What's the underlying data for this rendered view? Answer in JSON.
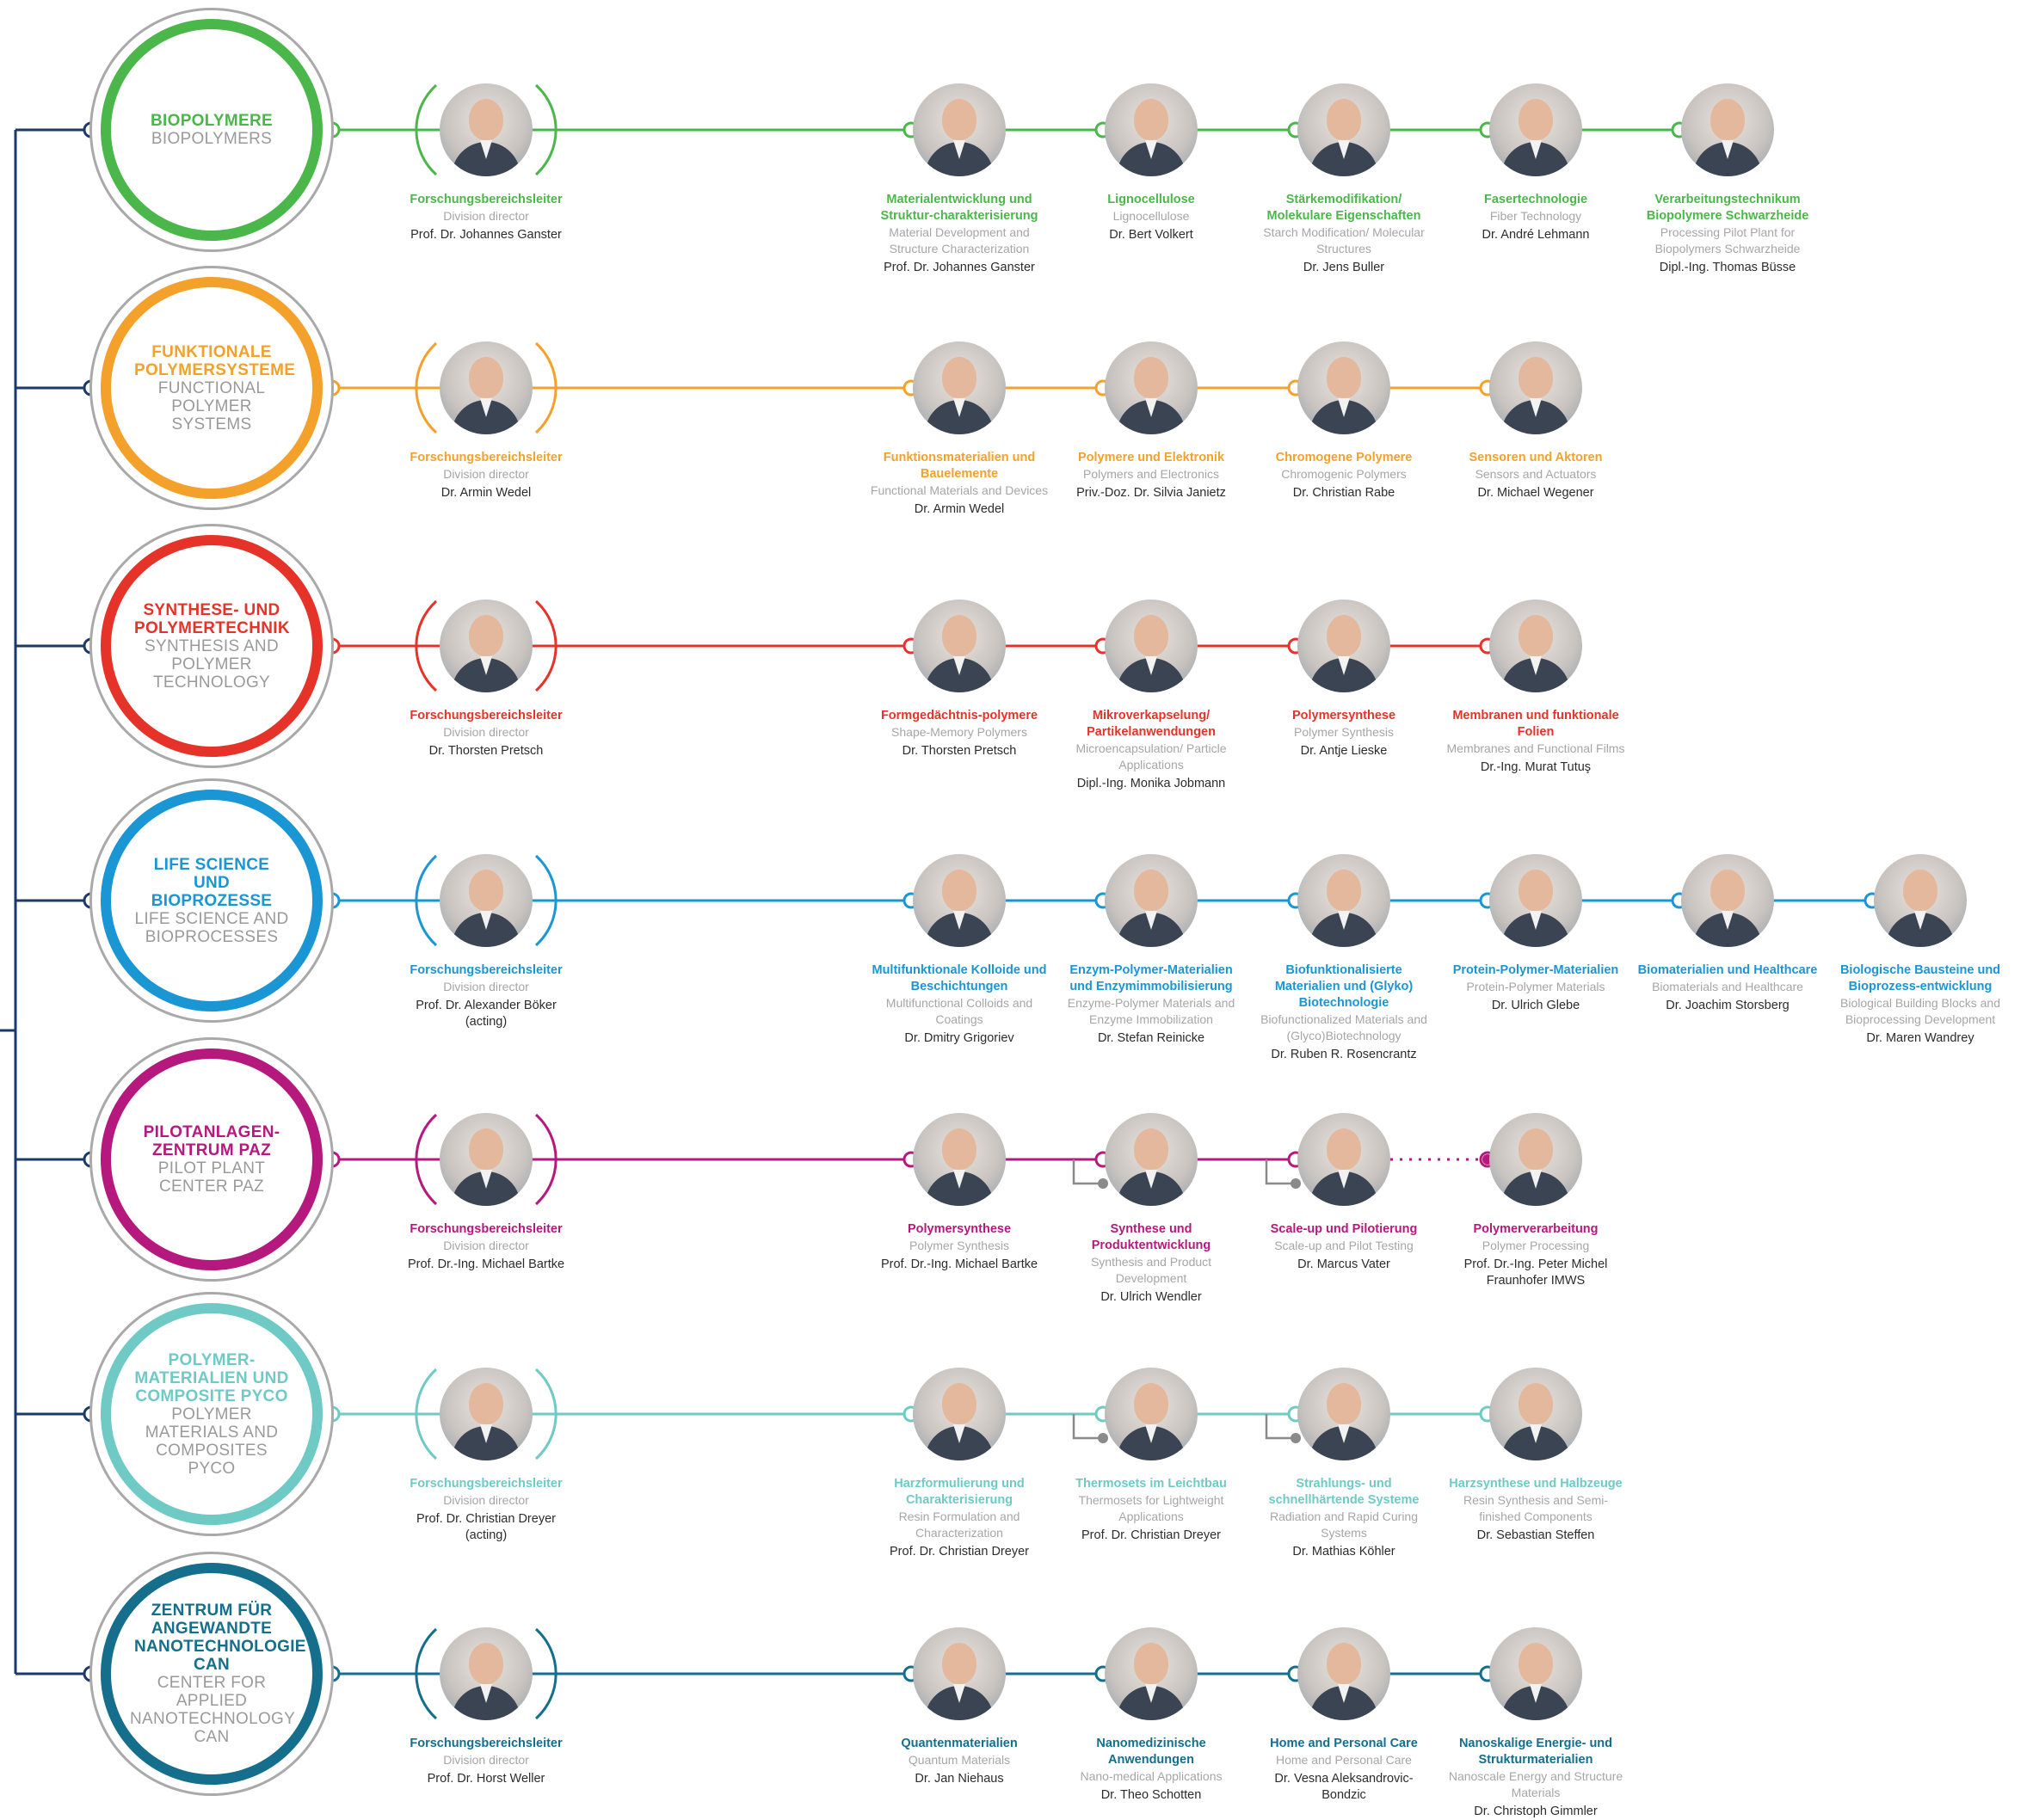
{
  "divisions": [
    {
      "title_de": "BIOPOLYMERE",
      "title_en": "BIOPOLYMERS",
      "color": "#4bb74a",
      "director": {
        "role_de": "Forschungsbereichsleiter",
        "role_en": "Division director",
        "name": "Prof. Dr. Johannes Ganster"
      },
      "units": [
        {
          "title_de": "Materialentwicklung und Struktur-charakterisierung",
          "title_en": "Material Development and Structure Characterization",
          "name": "Prof. Dr. Johannes Ganster"
        },
        {
          "title_de": "Lignocellulose",
          "title_en": "Lignocellulose",
          "name": "Dr. Bert Volkert"
        },
        {
          "title_de": "Stärkemodifikation/ Molekulare Eigenschaften",
          "title_en": "Starch Modification/ Molecular Structures",
          "name": "Dr. Jens Buller"
        },
        {
          "title_de": "Fasertechnologie",
          "title_en": "Fiber Technology",
          "name": "Dr. André Lehmann"
        },
        {
          "title_de": "Verarbeitungstechnikum Biopolymere Schwarzheide",
          "title_en": "Processing Pilot Plant for Biopolymers Schwarzheide",
          "name": "Dipl.-Ing. Thomas Büsse"
        }
      ]
    },
    {
      "title_de": "FUNKTIONALE POLYMERSYSTEME",
      "title_en": "FUNCTIONAL POLYMER SYSTEMS",
      "color": "#f4a12b",
      "director": {
        "role_de": "Forschungsbereichsleiter",
        "role_en": "Division director",
        "name": "Dr. Armin Wedel"
      },
      "units": [
        {
          "title_de": "Funktionsmaterialien und Bauelemente",
          "title_en": "Functional Materials and Devices",
          "name": "Dr. Armin Wedel"
        },
        {
          "title_de": "Polymere und Elektronik",
          "title_en": "Polymers and Electronics",
          "name": "Priv.-Doz. Dr. Silvia Janietz"
        },
        {
          "title_de": "Chromogene Polymere",
          "title_en": "Chromogenic Polymers",
          "name": "Dr. Christian Rabe"
        },
        {
          "title_de": "Sensoren und Aktoren",
          "title_en": "Sensors and Actuators",
          "name": "Dr. Michael Wegener"
        }
      ]
    },
    {
      "title_de": "SYNTHESE- UND POLYMERTECHNIK",
      "title_en": "SYNTHESIS AND POLYMER TECHNOLOGY",
      "color": "#e6332a",
      "director": {
        "role_de": "Forschungsbereichsleiter",
        "role_en": "Division director",
        "name": "Dr. Thorsten Pretsch"
      },
      "units": [
        {
          "title_de": "Formgedächtnis-polymere",
          "title_en": "Shape-Memory Polymers",
          "name": "Dr. Thorsten Pretsch"
        },
        {
          "title_de": "Mikroverkapselung/ Partikelanwendungen",
          "title_en": "Microencapsulation/ Particle Applications",
          "name": "Dipl.-Ing. Monika Jobmann"
        },
        {
          "title_de": "Polymersynthese",
          "title_en": "Polymer Synthesis",
          "name": "Dr. Antje Lieske"
        },
        {
          "title_de": "Membranen und funktionale Folien",
          "title_en": "Membranes and Functional Films",
          "name": "Dr.-Ing. Murat Tutuş"
        }
      ]
    },
    {
      "title_de": "LIFE SCIENCE UND BIOPROZESSE",
      "title_en": "LIFE SCIENCE AND BIOPROCESSES",
      "color": "#1a96d4",
      "director": {
        "role_de": "Forschungsbereichsleiter",
        "role_en": "Division director",
        "name": "Prof. Dr. Alexander Böker (acting)"
      },
      "units": [
        {
          "title_de": "Multifunktionale Kolloide und Beschichtungen",
          "title_en": "Multifunctional Colloids and Coatings",
          "name": "Dr. Dmitry Grigoriev"
        },
        {
          "title_de": "Enzym-Polymer-Materialien und Enzymimmobilisierung",
          "title_en": "Enzyme-Polymer Materials and Enzyme Immobilization",
          "name": "Dr. Stefan Reinicke"
        },
        {
          "title_de": "Biofunktionalisierte Materialien und (Glyko) Biotechnologie",
          "title_en": "Biofunctionalized Materials and (Glyco)Biotechnology",
          "name": "Dr. Ruben R. Rosencrantz"
        },
        {
          "title_de": "Protein-Polymer-Materialien",
          "title_en": "Protein-Polymer Materials",
          "name": "Dr. Ulrich Glebe"
        },
        {
          "title_de": "Biomaterialien und Healthcare",
          "title_en": "Biomaterials and Healthcare",
          "name": "Dr. Joachim Storsberg"
        },
        {
          "title_de": "Biologische Bausteine und Bioprozess-entwicklung",
          "title_en": "Biological Building Blocks and Bioprocessing Development",
          "name": "Dr. Maren Wandrey"
        }
      ]
    },
    {
      "title_de": "PILOTANLAGEN-ZENTRUM PAZ",
      "title_en": "PILOT PLANT CENTER PAZ",
      "color": "#b5197e",
      "director": {
        "role_de": "Forschungsbereichsleiter",
        "role_en": "Division director",
        "name": "Prof. Dr.-Ing. Michael Bartke"
      },
      "units": [
        {
          "title_de": "Polymersynthese",
          "title_en": "Polymer Synthesis",
          "name": "Prof. Dr.-Ing. Michael Bartke"
        },
        {
          "title_de": "Synthese und Produktentwicklung",
          "title_en": "Synthesis and Product Development",
          "name": "Dr. Ulrich Wendler"
        },
        {
          "title_de": "Scale-up und Pilotierung",
          "title_en": "Scale-up and Pilot Testing",
          "name": "Dr. Marcus Vater"
        },
        {
          "title_de": "Polymerverarbeitung",
          "title_en": "Polymer Processing",
          "name": "Prof. Dr.-Ing. Peter Michel Fraunhofer IMWS"
        }
      ]
    },
    {
      "title_de": "POLYMER-MATERIALIEN UND COMPOSITE PYCO",
      "title_en": "POLYMER MATERIALS AND COMPOSITES PYCO",
      "color": "#6fcac6",
      "director": {
        "role_de": "Forschungsbereichsleiter",
        "role_en": "Division director",
        "name": "Prof. Dr. Christian Dreyer (acting)"
      },
      "units": [
        {
          "title_de": "Harzformulierung und Charakterisierung",
          "title_en": "Resin Formulation and Characterization",
          "name": "Prof. Dr. Christian Dreyer"
        },
        {
          "title_de": "Thermosets im Leichtbau",
          "title_en": "Thermosets for Lightweight Applications",
          "name": "Prof. Dr. Christian Dreyer"
        },
        {
          "title_de": "Strahlungs- und schnellhärtende Systeme",
          "title_en": "Radiation and Rapid Curing Systems",
          "name": "Dr. Mathias Köhler"
        },
        {
          "title_de": "Harzsynthese und Halbzeuge",
          "title_en": "Resin Synthesis and Semi-finished Components",
          "name": "Dr. Sebastian Steffen"
        }
      ]
    },
    {
      "title_de": "ZENTRUM FÜR ANGEWANDTE NANOTECHNOLOGIE CAN",
      "title_en": "CENTER FOR APPLIED NANOTECHNOLOGY CAN",
      "color": "#146e8c",
      "director": {
        "role_de": "Forschungsbereichsleiter",
        "role_en": "Division director",
        "name": "Prof. Dr. Horst Weller"
      },
      "units": [
        {
          "title_de": "Quantenmaterialien",
          "title_en": "Quantum Materials",
          "name": "Dr. Jan Niehaus"
        },
        {
          "title_de": "Nanomedizinische Anwendungen",
          "title_en": "Nano-medical Applications",
          "name": "Dr. Theo Schotten"
        },
        {
          "title_de": "Home and Personal Care",
          "title_en": "Home and Personal Care",
          "name": "Dr. Vesna Aleksandrovic-Bondzic"
        },
        {
          "title_de": "Nanoskalige Energie- und Strukturmaterialien",
          "title_en": "Nanoscale Energy and Structure Materials",
          "name": "Dr. Christoph Gimmler"
        }
      ]
    }
  ],
  "colors": {
    "trunk": "#1b3a6b",
    "outer_ring": "#a9a9a9",
    "name_text": "#2c2c2c",
    "english_text": "#a6a6a6"
  }
}
